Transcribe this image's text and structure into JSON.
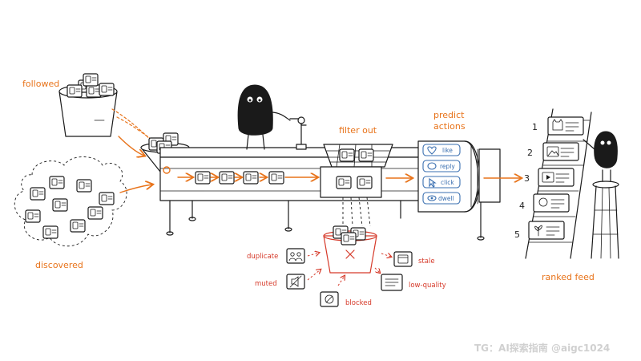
{
  "labels": {
    "followed": "followed",
    "discovered": "discovered",
    "filter_out": "filter out",
    "predict_actions_line1": "predict",
    "predict_actions_line2": "actions",
    "ranked_feed": "ranked feed"
  },
  "actions": [
    "like",
    "reply",
    "click",
    "dwell"
  ],
  "rejects": {
    "duplicate": "duplicate",
    "muted": "muted",
    "blocked": "blocked",
    "stale": "stale",
    "low_quality": "low-quality"
  },
  "ranks": [
    "1",
    "2",
    "3",
    "4",
    "5"
  ],
  "watermark": "TG：AI探索指南 @aigc1024",
  "colors": {
    "accent": "#e8731a",
    "reject": "#d63a2a",
    "action": "#3a6fb0",
    "ink": "#1a1a1a"
  }
}
